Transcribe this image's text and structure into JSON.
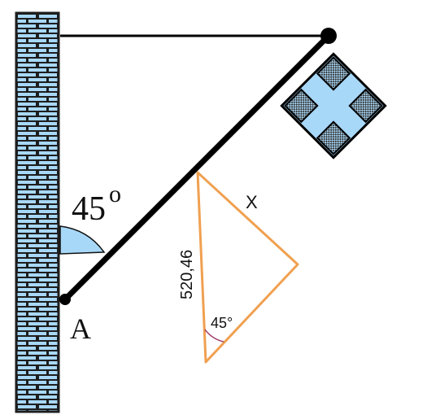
{
  "diagram": {
    "labels": {
      "wall_angle": "45",
      "wall_angle_degree_mark": "o",
      "pivot": "A",
      "triangle_side_left": "520,46",
      "triangle_side_hyp": "X",
      "triangle_angle": "45°"
    },
    "colors": {
      "brick_fill": "#a8d8f8",
      "brick_mortar": "#1e1e1e",
      "rod": "#000000",
      "angle_fill": "#a8d8f8",
      "triangle_stroke": "#f0a050",
      "triangle_angle_arc": "#a0406a",
      "sign_fill": "#a8d8f8",
      "sign_pattern": "#333333"
    },
    "icons": {
      "wall": "brick-wall-icon",
      "sign": "cross-sign-icon"
    }
  }
}
